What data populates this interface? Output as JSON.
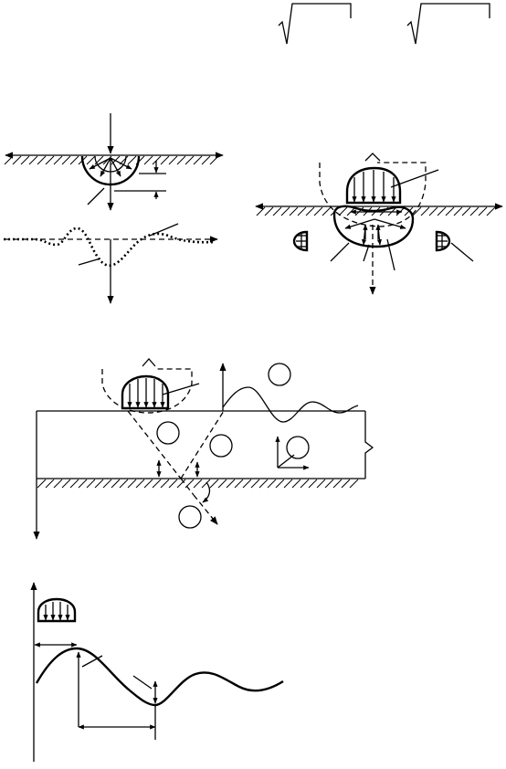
{
  "figure": {
    "symbols": [
      "radical-sign",
      "radical-sign"
    ],
    "panels": [
      "surface-point-load-wave-field",
      "surface-wave-profile",
      "distributed-load-with-stress-bulb",
      "layer-over-halfspace-wave-paths",
      "damped-wave-profile"
    ]
  }
}
